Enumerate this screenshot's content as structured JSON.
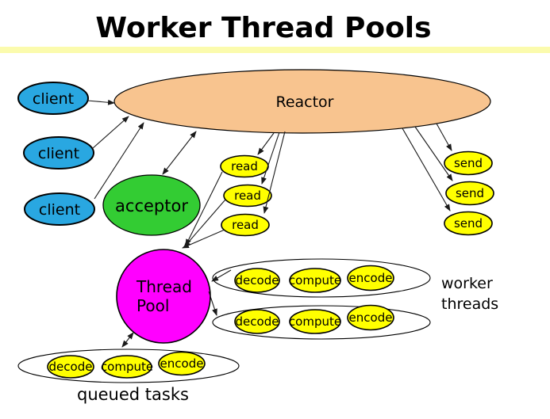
{
  "title": "Worker Thread Pools",
  "colors": {
    "client_blue": "#29A7E1",
    "reactor_peach": "#F8C48F",
    "acceptor_green": "#33CC33",
    "task_yellow": "#FFFF00",
    "pool_magenta": "#FF00FF",
    "underline_yellow": "#FBFBAD"
  },
  "nodes": {
    "reactor": "Reactor",
    "acceptor": "acceptor",
    "clients": [
      "client",
      "client",
      "client"
    ],
    "reads": [
      "read",
      "read",
      "read"
    ],
    "sends": [
      "send",
      "send",
      "send"
    ],
    "pool": [
      "Thread",
      "Pool"
    ],
    "worker_rows": [
      [
        "decode",
        "compute",
        "encode"
      ],
      [
        "decode",
        "compute",
        "encode"
      ]
    ],
    "queued_row": [
      "decode",
      "compute",
      "encode"
    ]
  },
  "captions": {
    "worker_threads": [
      "worker",
      "threads"
    ],
    "queued_tasks": "queued tasks"
  }
}
